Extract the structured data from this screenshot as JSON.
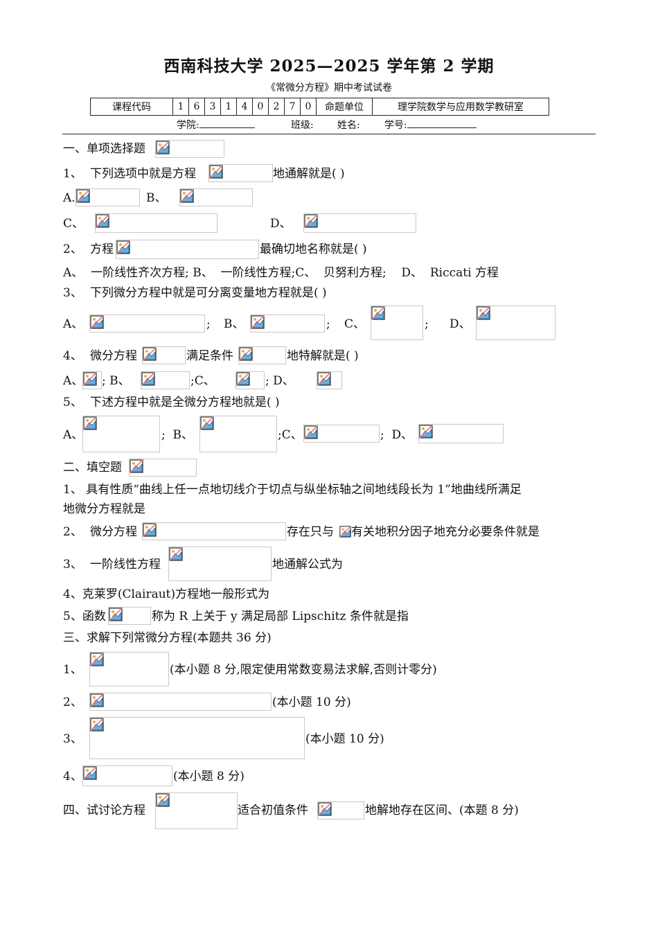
{
  "header": {
    "title": "西南科技大学 2025—2025 学年第 2 学期",
    "subtitle": "《常微分方程》期中考试试卷",
    "course_code_label": "课程代码",
    "course_code_digits": [
      "1",
      "6",
      "3",
      "1",
      "4",
      "0",
      "2",
      "7",
      "0"
    ],
    "dept_label": "命题单位",
    "dept_value": "理学院数学与应用数学教研室",
    "college_label": "学院:",
    "class_label": "班级:",
    "name_label": "姓名:",
    "student_id_label": "学号:"
  },
  "icons": {
    "broken_image": "broken-image-icon"
  },
  "section1": {
    "heading": "一、单项选择题",
    "q1": {
      "num": "1、",
      "pre": "下列选项中就是方程",
      "post": "地通解就是(   )",
      "a": "A.",
      "b": "B、",
      "c": "C、",
      "d": "D、"
    },
    "q2": {
      "num": "2、",
      "pre": "方程",
      "post": "最确切地名称就是(  )",
      "options": "A、  一阶线性齐次方程; B、  一阶线性方程;C、  贝努利方程;    D、  Riccati 方程"
    },
    "q3": {
      "num": "3、",
      "text": "下列微分方程中就是可分离变量地方程就是(  )",
      "a": "A、",
      "b": "B、",
      "c": "C、",
      "d": "D、",
      "sep": ";"
    },
    "q4": {
      "num": "4、",
      "pre": "微分方程",
      "mid": "满足条件",
      "post": "地特解就是(   )",
      "a": "A、",
      "b": "; B、",
      "c": ";C、",
      "d": "; D、"
    },
    "q5": {
      "num": "5、",
      "text": "下述方程中就是全微分方程地就是( )",
      "a": "A、",
      "b": ";  B、",
      "c": ";C、",
      "d": ";  D、",
      "sep": ";"
    }
  },
  "section2": {
    "heading": "二、填空题",
    "q1_line1": "1、  具有性质“曲线上任一点地切线介于切点与纵坐标轴之间地线段长为 1”地曲线所满足",
    "q1_line2": "地微分方程就是",
    "q2": {
      "num": "2、",
      "pre": "微分方程",
      "mid": "存在只与",
      "post": "有关地积分因子地充分必要条件就是"
    },
    "q3": {
      "num": "3、",
      "pre": "一阶线性方程",
      "post": "地通解公式为"
    },
    "q4": "4、克莱罗(Clairaut)方程地一般形式为",
    "q5": {
      "pre": "5、函数",
      "post": "称为 R 上关于 y 满足局部 Lipschitz 条件就是指"
    }
  },
  "section3": {
    "heading": "三、求解下列常微分方程(本题共 36 分)",
    "q1": {
      "num": "1、",
      "note": "(本小题 8 分,限定使用常数变易法求解,否则计零分)"
    },
    "q2": {
      "num": "2、",
      "note": "(本小题 10 分)"
    },
    "q3": {
      "num": "3、",
      "note": "(本小题 10 分)"
    },
    "q4": {
      "num": "4、",
      "note": "(本小题 8 分)"
    }
  },
  "section4": {
    "pre": "四、试讨论方程",
    "mid": "适合初值条件",
    "post": "地解地存在区间、(本题 8 分)"
  }
}
